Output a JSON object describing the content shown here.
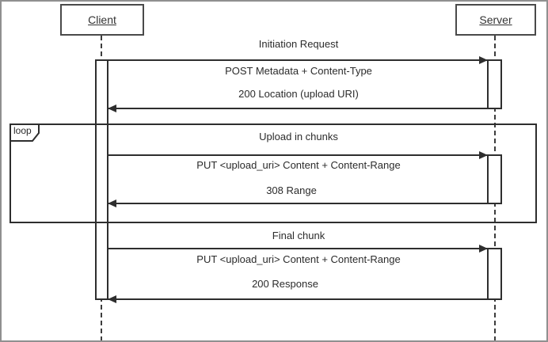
{
  "diagram": {
    "type": "uml-sequence-diagram",
    "actors": [
      {
        "name": "Client"
      },
      {
        "name": "Server"
      }
    ],
    "loop_fragment": {
      "operator": "loop"
    },
    "messages": {
      "initiation_title": "Initiation Request",
      "initiation_request": "POST Metadata + Content-Type",
      "initiation_response": "200 Location (upload URI)",
      "loop_title": "Upload in chunks",
      "loop_request": "PUT <upload_uri> Content + Content-Range",
      "loop_response": "308 Range",
      "final_title": "Final chunk",
      "final_request": "PUT <upload_uri> Content + Content-Range",
      "final_response": "200 Response"
    }
  }
}
